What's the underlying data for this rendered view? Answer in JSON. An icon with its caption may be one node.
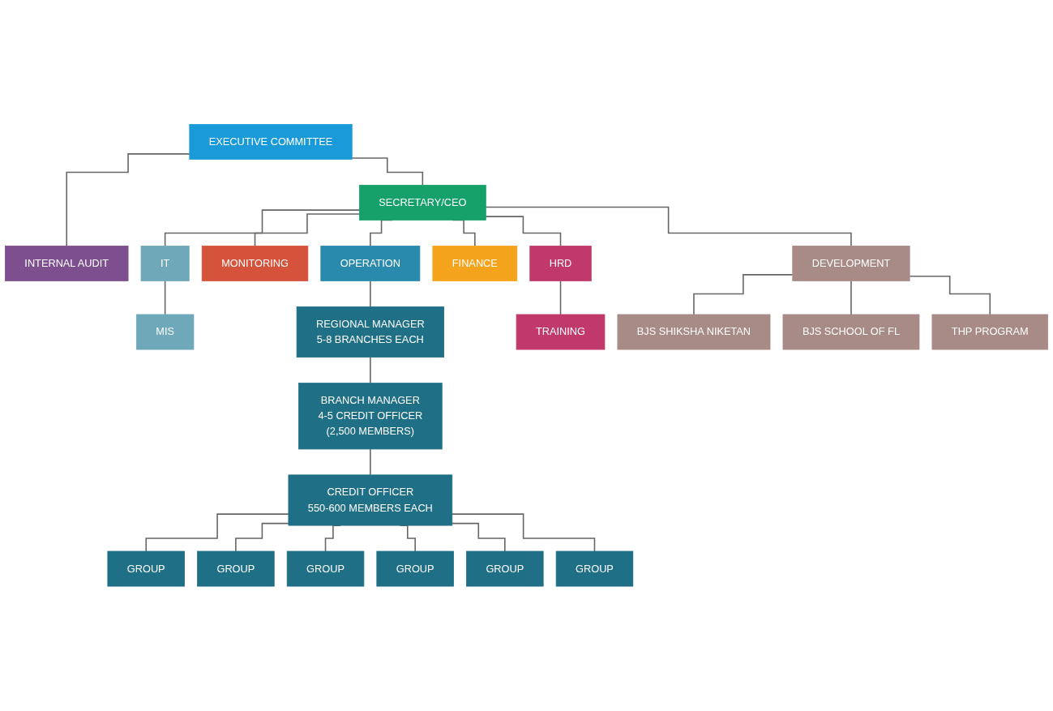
{
  "diagram": {
    "nodes": [
      {
        "text": [
          "EXECUTIVE COMMITTEE"
        ]
      },
      {
        "text": [
          "SECRETARY/CEO"
        ]
      },
      {
        "text": [
          "INTERNAL AUDIT"
        ]
      },
      {
        "text": [
          "IT"
        ]
      },
      {
        "text": [
          "MONITORING"
        ]
      },
      {
        "text": [
          "OPERATION"
        ]
      },
      {
        "text": [
          "FINANCE"
        ]
      },
      {
        "text": [
          "HRD"
        ]
      },
      {
        "text": [
          "DEVELOPMENT"
        ]
      },
      {
        "text": [
          "MIS"
        ]
      },
      {
        "text": [
          "REGIONAL MANAGER",
          "5-8 BRANCHES EACH"
        ]
      },
      {
        "text": [
          "TRAINING"
        ]
      },
      {
        "text": [
          "BRANCH MANAGER",
          "4-5 CREDIT OFFICER",
          "(2,500 MEMBERS)"
        ]
      },
      {
        "text": [
          "BJS SHIKSHA NIKETAN"
        ]
      },
      {
        "text": [
          "BJS SCHOOL OF FL"
        ]
      },
      {
        "text": [
          "THP PROGRAM"
        ]
      },
      {
        "text": [
          "CREDIT OFFICER",
          "550-600 MEMBERS EACH"
        ]
      },
      {
        "text": [
          "GROUP"
        ]
      },
      {
        "text": [
          "GROUP"
        ]
      },
      {
        "text": [
          "GROUP"
        ]
      },
      {
        "text": [
          "GROUP"
        ]
      },
      {
        "text": [
          "GROUP"
        ]
      },
      {
        "text": [
          "GROUP"
        ]
      }
    ],
    "edges": [
      {
        "from": 0,
        "to": 2,
        "arrow": "none"
      },
      {
        "from": 0,
        "to": 1,
        "arrow": "none"
      },
      {
        "from": 1,
        "to": 3,
        "arrow": "none"
      },
      {
        "from": 1,
        "to": 4,
        "arrow": "none"
      },
      {
        "from": 1,
        "to": 5,
        "arrow": "none"
      },
      {
        "from": 1,
        "to": 6,
        "arrow": "none"
      },
      {
        "from": 1,
        "to": 7,
        "arrow": "none"
      },
      {
        "from": 1,
        "to": 8,
        "arrow": "none"
      },
      {
        "from": 3,
        "to": 9,
        "arrow": "none"
      },
      {
        "from": 5,
        "to": 10,
        "arrow": "none"
      },
      {
        "from": 7,
        "to": 11,
        "arrow": "none"
      },
      {
        "from": 10,
        "to": 12,
        "arrow": "none"
      },
      {
        "from": 12,
        "to": 16,
        "arrow": "none"
      },
      {
        "from": 8,
        "to": 13,
        "arrow": "none"
      },
      {
        "from": 8,
        "to": 14,
        "arrow": "none"
      },
      {
        "from": 8,
        "to": 15,
        "arrow": "none"
      },
      {
        "from": 16,
        "to": 17,
        "arrow": "none"
      },
      {
        "from": 16,
        "to": 18,
        "arrow": "none"
      },
      {
        "from": 16,
        "to": 19,
        "arrow": "none"
      },
      {
        "from": 16,
        "to": 20,
        "arrow": "none"
      },
      {
        "from": 16,
        "to": 21,
        "arrow": "none"
      },
      {
        "from": 16,
        "to": 22,
        "arrow": "none"
      }
    ]
  }
}
